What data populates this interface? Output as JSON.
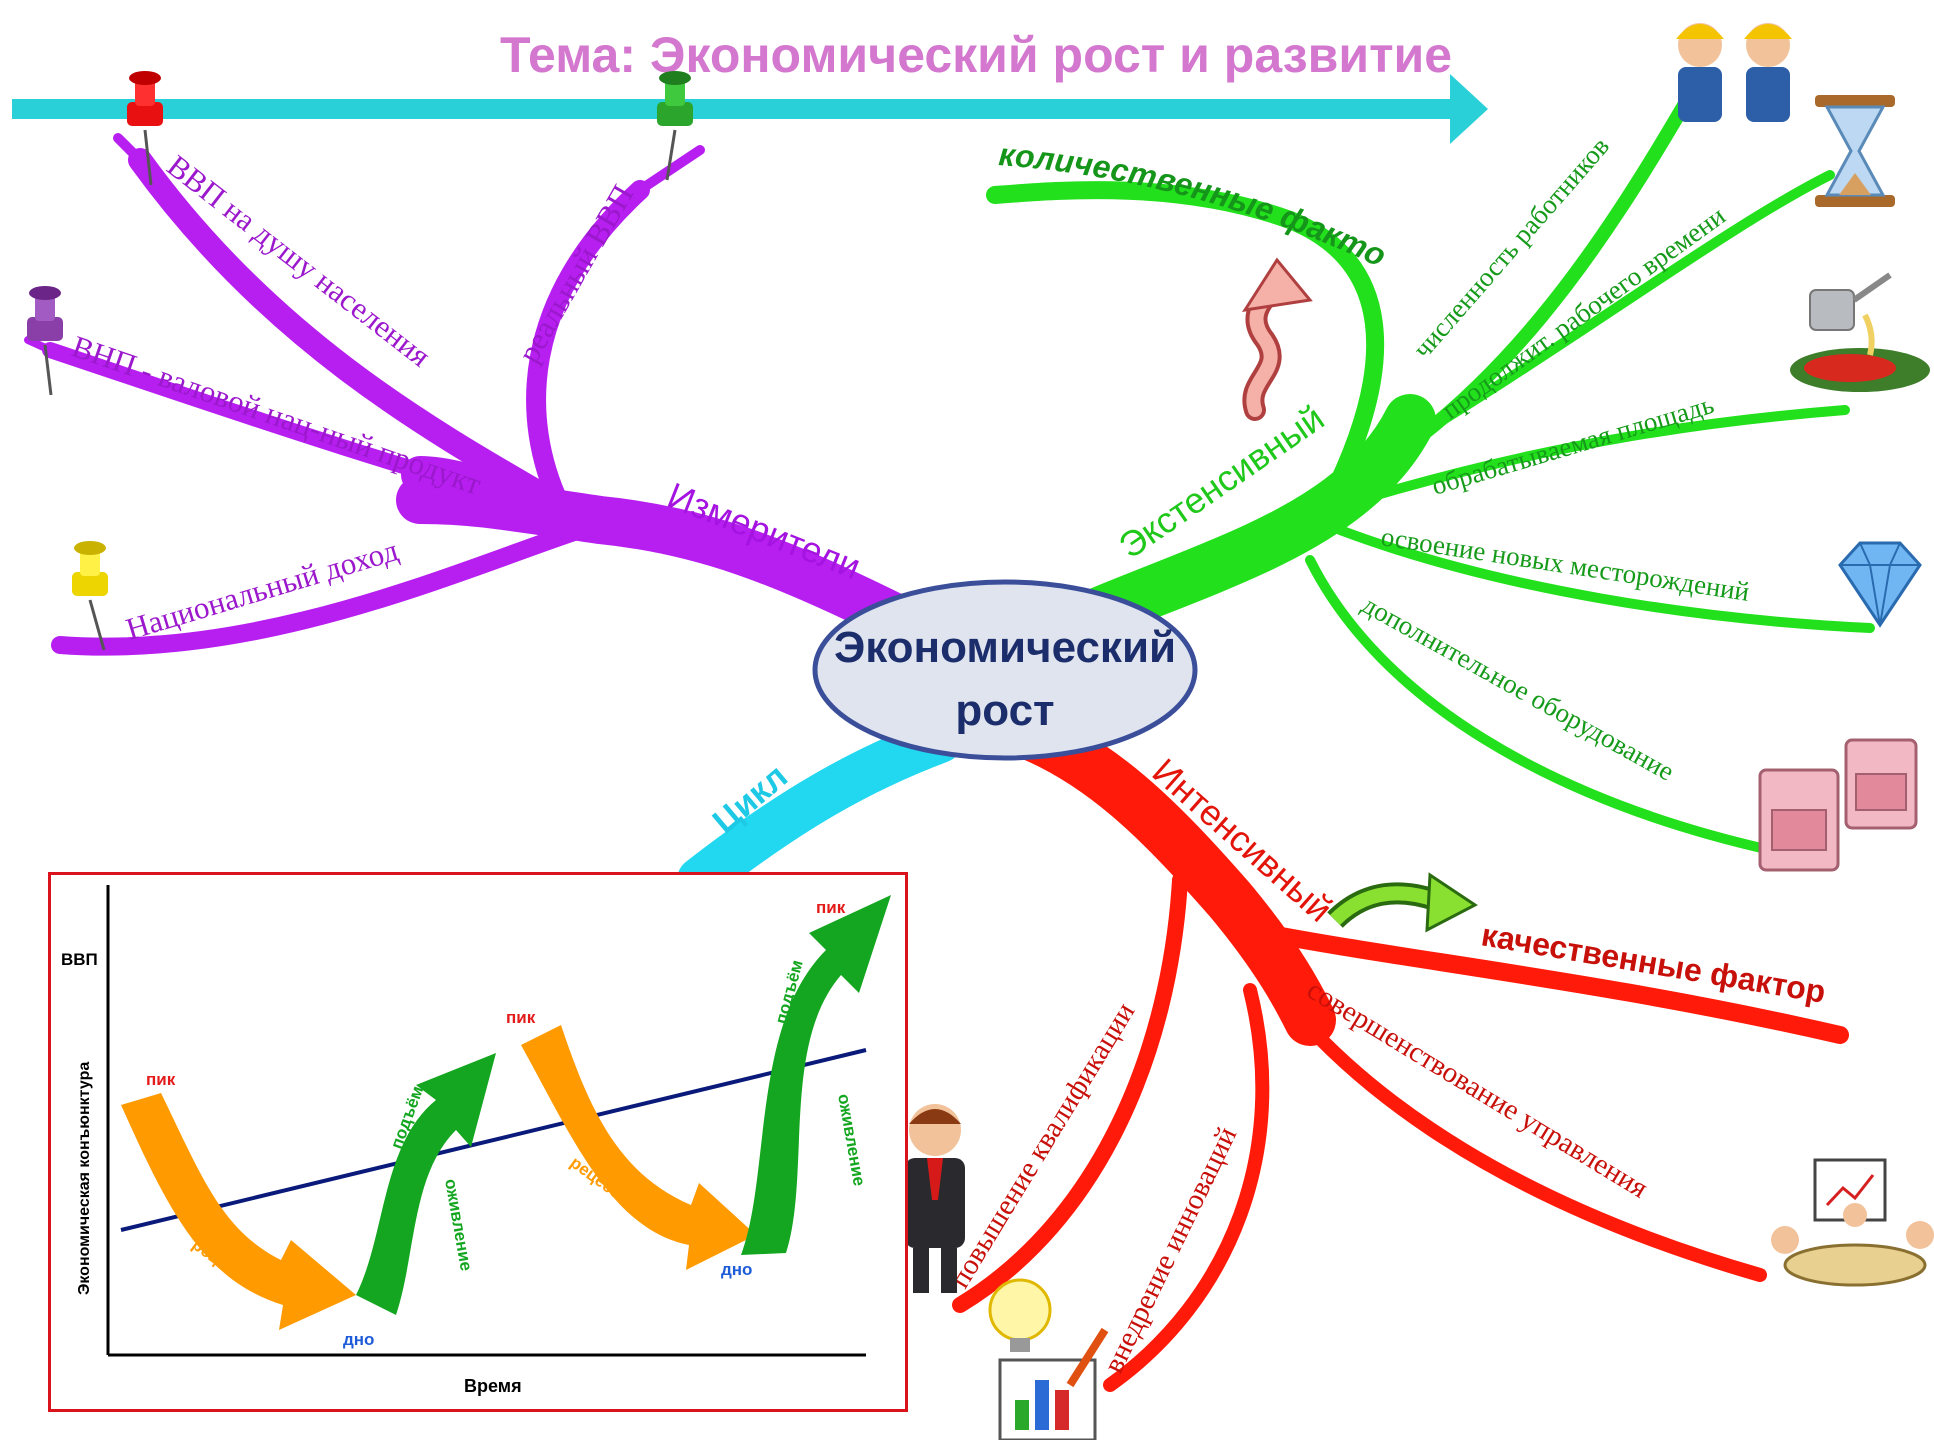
{
  "colors": {
    "timeline": "#2ad0d8",
    "title": "#d377cf",
    "measures": "#b61ff0",
    "extensive": "#22e01c",
    "intensive": "#ff1a0a",
    "cycle": "#22d7f0",
    "center_fill": "#dfe4ee",
    "center_text": "#1c2d6b",
    "chart_border": "#d9121b",
    "chart_orange": "#ff9a00",
    "chart_green": "#14a620",
    "chart_trend": "#0a1a7a"
  },
  "title": "Тема: Экономический рост и развитие",
  "center": {
    "line1": "Экономический",
    "line2": "рост"
  },
  "branches": {
    "measures": {
      "label": "Измерители",
      "items": [
        "ВВП на душу населения",
        "реальный ВВП",
        "ВНП - валовой нац-ный продукт",
        "Национальный доход"
      ]
    },
    "extensive": {
      "label": "Экстенсивный",
      "factors_label": "количественные факторы",
      "items": [
        "численность работников",
        "продолжит. рабочего времени",
        "обрабатываемая площадь",
        "освоение новых месторождений",
        "дополнительное оборудование"
      ]
    },
    "intensive": {
      "label": "Интенсивный",
      "factors_label": "качественные факторы",
      "items": [
        "повышение квалификации",
        "внедрение инноваций",
        "совершенствование управления"
      ]
    },
    "cycle": {
      "label": "Цикл"
    }
  },
  "icons": [
    "red-pushpin-icon",
    "green-pushpin-icon",
    "purple-pushpin-icon",
    "yellow-pushpin-icon",
    "workers-icon",
    "hourglass-icon",
    "watering-can-icon",
    "diamond-icon",
    "stoves-icon",
    "meeting-icon",
    "businessman-icon",
    "lightbulb-chart-icon",
    "up-arrow-icon",
    "right-arrow-icon"
  ],
  "chart": {
    "ylabel_top": "ВВП",
    "ylabel": "Экономическая конъюнктура",
    "xlabel": "Время",
    "phases": {
      "peak": "пик",
      "bottom": "дно",
      "recession": "рецессия",
      "rise": "подъём",
      "revival": "оживление"
    }
  }
}
